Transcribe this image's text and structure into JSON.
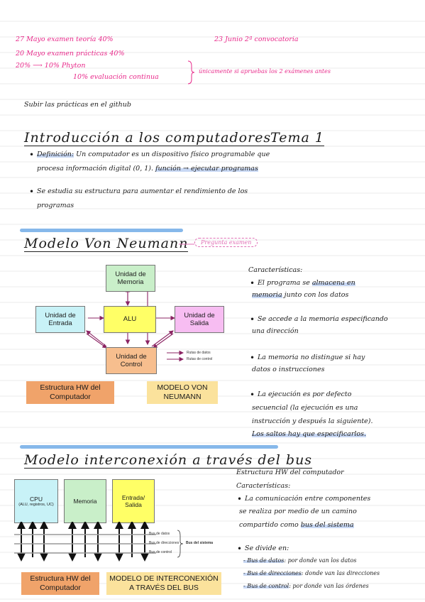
{
  "header": {
    "line1": "27 Mayo   examen teoría   40%",
    "line1_right": "23 Junio 2ª convocatoria",
    "line2": "20 Mayo   examen prácticas 40%",
    "line3a": "20% ⟶ 10% Phyton",
    "line3b": "10% evaluación continua",
    "brace_note": "únicamente si apruebas los 2 exámenes antes",
    "subir": "Subir las prácticas en el github"
  },
  "intro": {
    "title": "Introducción a los computadores",
    "tema": "Tema 1",
    "def_label": "Definición:",
    "def_text1": " Un computador es un dispositivo físico programable que",
    "def_text2a": "procesa información digital (0, 1). ",
    "def_text2b": "función → ejecutar programas",
    "bullet2_1": "Se estudia su estructura para aumentar el rendimiento de los",
    "bullet2_2": "programas"
  },
  "neumann": {
    "title": "Modelo Von Neumann",
    "cloud": "Pregunta examen",
    "boxes": {
      "memoria": "Unidad de Memoria",
      "entrada": "Unidad de Entrada",
      "alu": "ALU",
      "salida": "Unidad de Salida",
      "control": "Unidad de Control"
    },
    "legend_datos": "Rutas de datos",
    "legend_control": "Rutas de control",
    "caption_left": "Estructura HW del Computador",
    "caption_right": "MODELO VON NEUMANN",
    "car_title": "Características:",
    "c1_a": "El programa se ",
    "c1_b": "almacena en",
    "c1_c": "memoria",
    "c1_d": " junto con los datos",
    "c2_a": "Se accede a la memoria especificando",
    "c2_b": "una dirección",
    "c3_a": "La memoria no distingue si hay",
    "c3_b": "datos o instrucciones",
    "c4_a": "La ejecución es por defecto",
    "c4_b": "secuencial (la ejecución es una",
    "c4_c": "instrucción y después la siguiente).",
    "c4_d": "Los saltos hay que especificarlos."
  },
  "bus": {
    "title": "Modelo interconexión a través del bus",
    "boxes": {
      "cpu_main": "CPU",
      "cpu_sub": " (ALU, registros, UC)",
      "memoria": "Memoria",
      "es": "Entrada/ Salida"
    },
    "bus_datos": "Bus de datos",
    "bus_dir": "Bus de direcciones",
    "bus_ctrl": "Bus de control",
    "bus_sistema": "Bus del sistema",
    "caption_left": "Estructura HW del Computador",
    "caption_right": "MODELO DE INTERCONEXIÓN A TRAVÉS DEL BUS",
    "right_title": "Estructura HW del computador",
    "car_title": "Características:",
    "r1_a": "La comunicación entre componentes",
    "r1_b": "se realiza por medio de un camino",
    "r1_c": "compartido como ",
    "r1_d": "bus del sistema",
    "r2": "Se divide en:",
    "r3_a": "- Bus de datos",
    "r3_b": ": por donde van los datos",
    "r4_a": "- Bus de direcciones",
    "r4_b": ": donde van las direcciones",
    "r5_a": "- Bus de control",
    "r5_b": ": por donde van las órdenes"
  },
  "colors": {
    "ink": "#1c1c1c",
    "pink": "#e8298a",
    "highlight": "#c8d8f4",
    "bar": "#86b8ea",
    "green": "#c9efc9",
    "cyan": "#c8f2f7",
    "yellow": "#ffff66",
    "magenta": "#f7bdf2",
    "orange": "#f7be8e",
    "caption_orange": "#f0a36a",
    "caption_yellow": "#fbe29c",
    "arrow": "#8b2463"
  }
}
